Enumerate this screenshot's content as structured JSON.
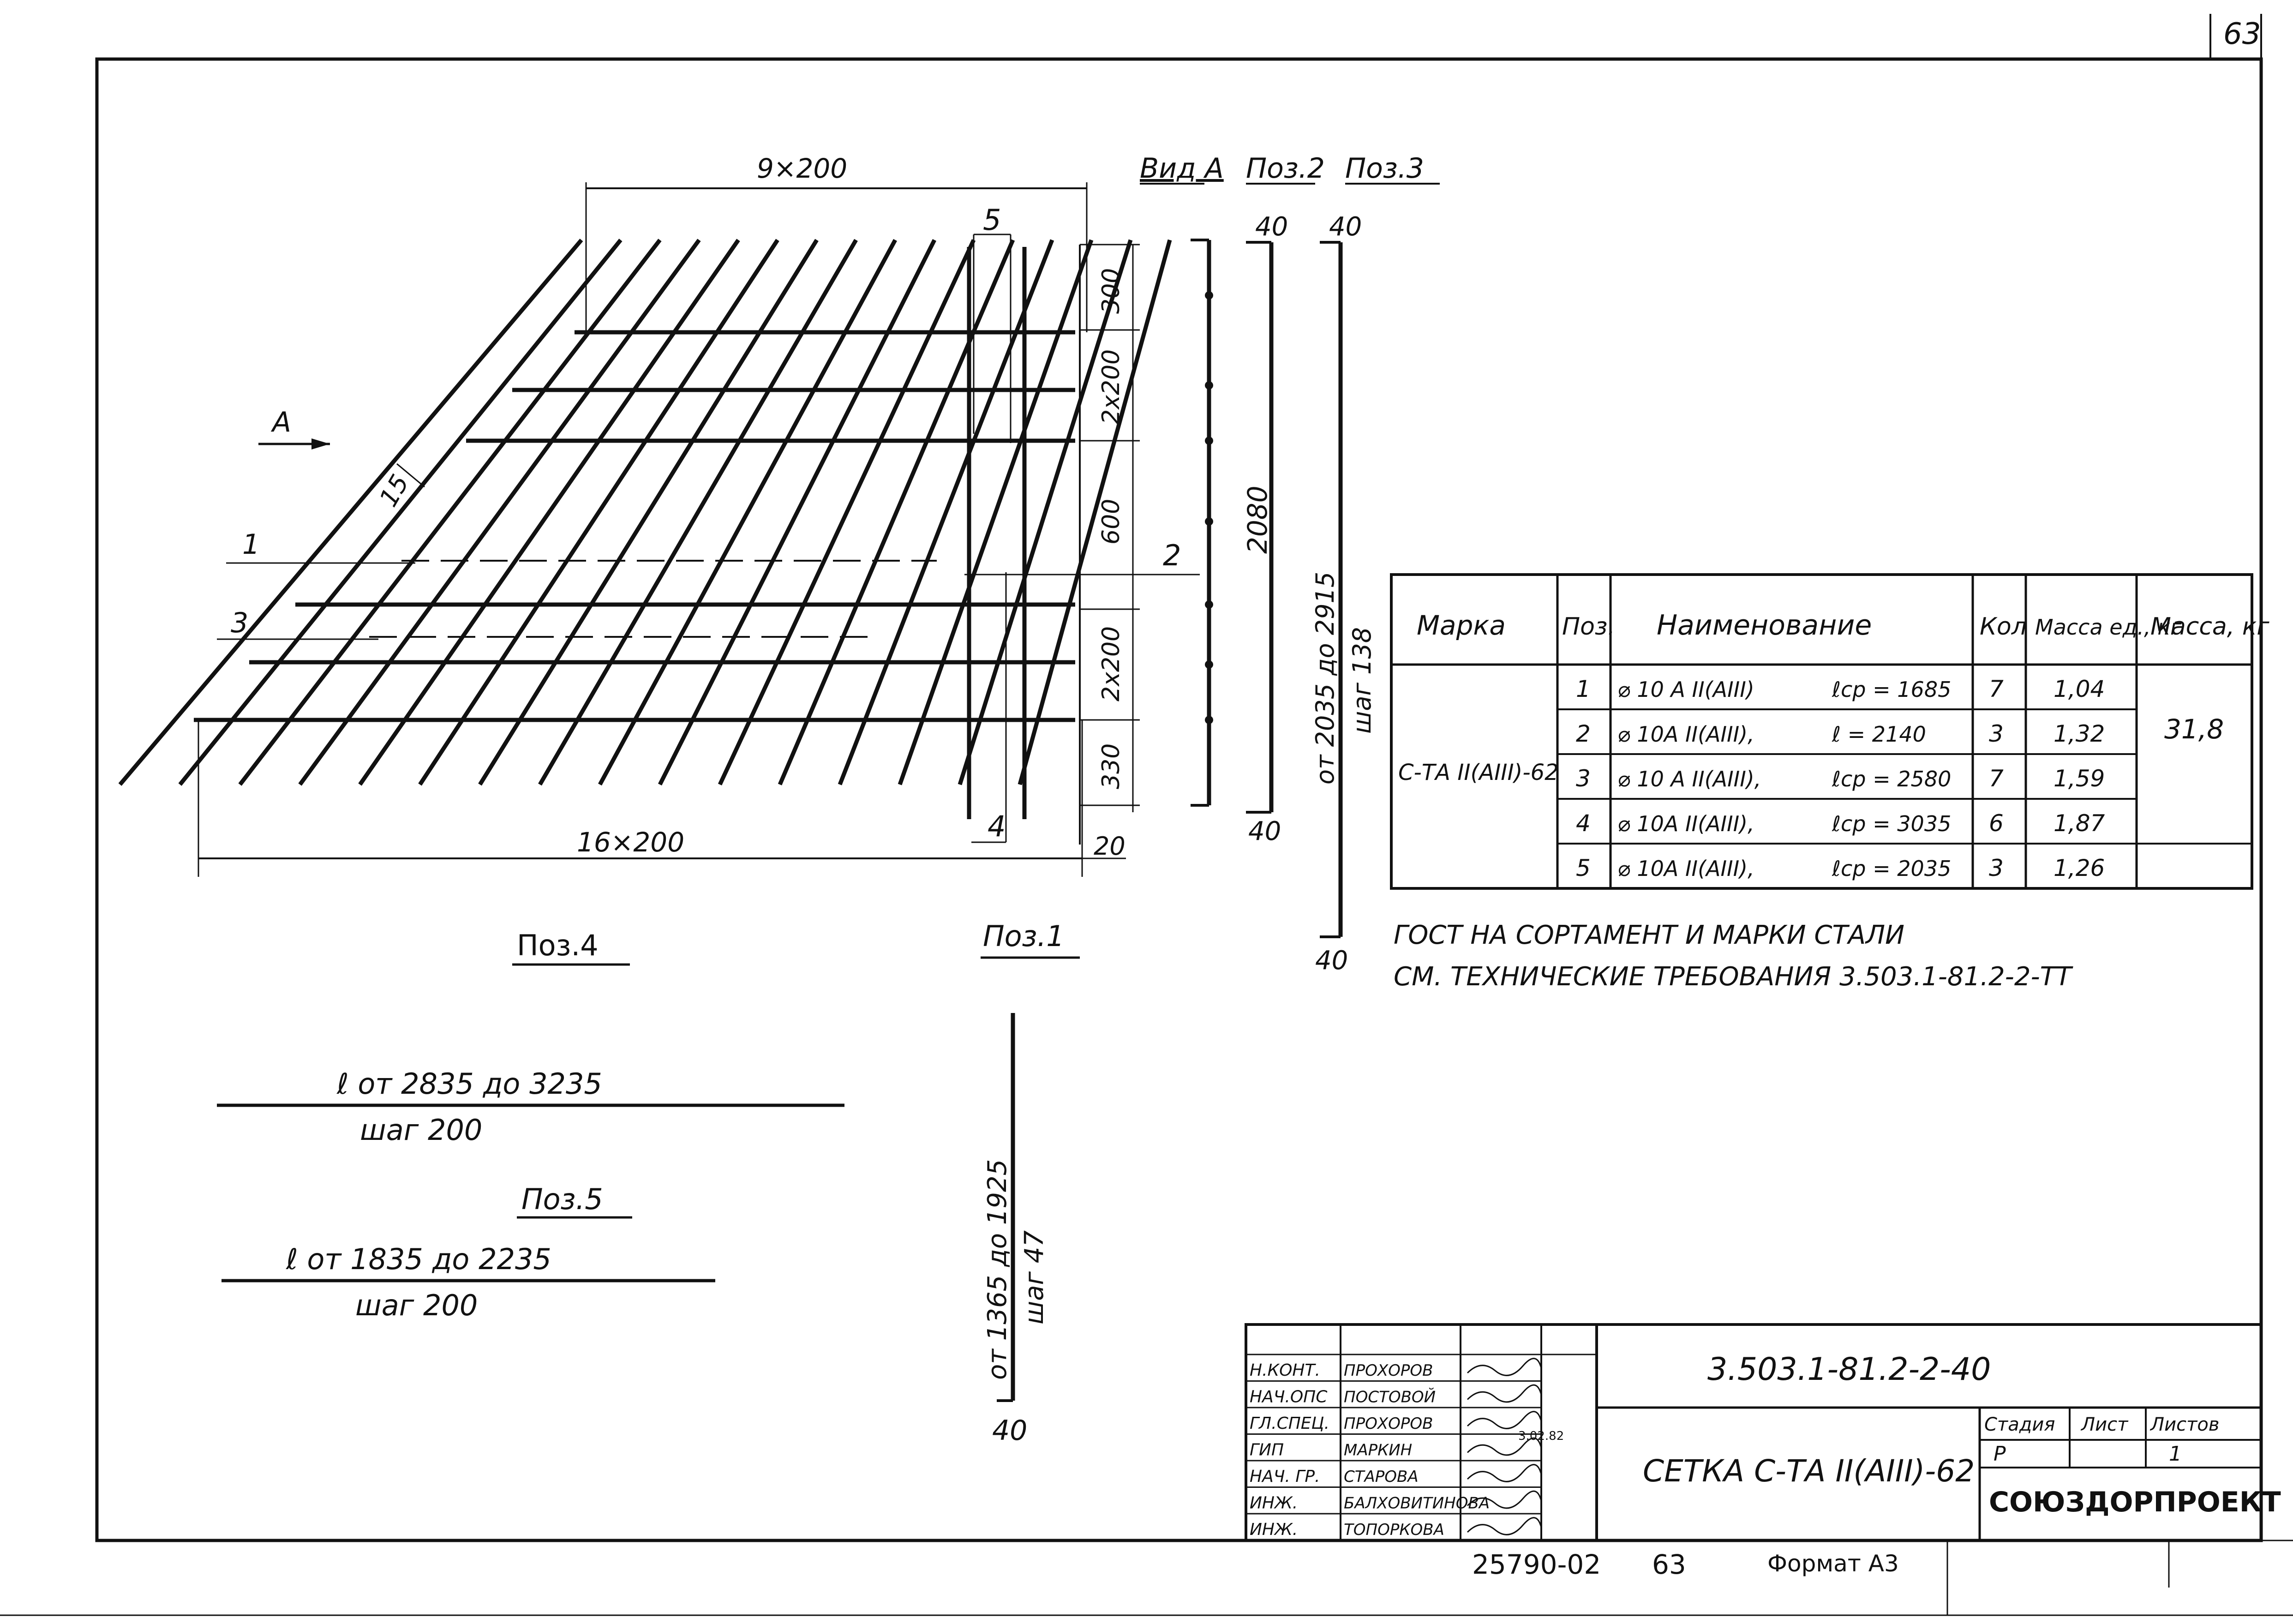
{
  "page_number": "63",
  "drawing": {
    "dim_top": "9×200",
    "dim_bottom": "16×200",
    "dim_5": "5",
    "dim_4": "4",
    "dim_2": "2",
    "dim_15": "15",
    "dim_20": "20",
    "dim_right": [
      "300",
      "2х200",
      "600",
      "2х200",
      "330"
    ],
    "dim_2080": "2080",
    "label_A": "А",
    "label_1": "1",
    "label_3": "3"
  },
  "views": {
    "vid_a": "Вид А",
    "poz2": "Поз.2",
    "poz3": "Поз.3",
    "poz2_top": "40",
    "poz2_bottom": "40",
    "poz3_top": "40",
    "poz3_bottom": "40",
    "poz3_range": "от 2035 до 2915",
    "poz3_step": "шаг 138",
    "poz4_title": "Поз.4",
    "poz4_length": "ℓ от 2835 до 3235",
    "poz4_step": "шаг 200",
    "poz5_title": "Поз.5",
    "poz5_length": "ℓ от 1835 до 2235",
    "poz5_step": "шаг 200",
    "poz1_title": "Поз.1",
    "poz1_range": "от 1365 до 1925",
    "poz1_step": "шаг 47",
    "poz1_bottom": "40"
  },
  "spec_table": {
    "headers": [
      "Марка",
      "Поз.",
      "Наименование",
      "Кол",
      "Масса ед., кг",
      "Масса, кг"
    ],
    "marka": "С-ТА II(AIII)-62",
    "total_mass": "31,8",
    "rows": [
      {
        "poz": "1",
        "name": "⌀ 10 А II(АIII)",
        "length": "ℓср = 1685",
        "qty": "7",
        "mass": "1,04"
      },
      {
        "poz": "2",
        "name": "⌀ 10А II(АIII),",
        "length": "ℓ = 2140",
        "qty": "3",
        "mass": "1,32"
      },
      {
        "poz": "3",
        "name": "⌀ 10 А II(АIII),",
        "length": "ℓср = 2580",
        "qty": "7",
        "mass": "1,59"
      },
      {
        "poz": "4",
        "name": "⌀ 10А II(АIII),",
        "length": "ℓср = 3035",
        "qty": "6",
        "mass": "1,87"
      },
      {
        "poz": "5",
        "name": "⌀ 10А II(АIII),",
        "length": "ℓср = 2035",
        "qty": "3",
        "mass": "1,26"
      }
    ]
  },
  "notes": [
    "ГОСТ НА СОРТАМЕНТ И МАРКИ СТАЛИ",
    "СМ. ТЕХНИЧЕСКИЕ ТРЕБОВАНИЯ 3.503.1-81.2-2-ТТ"
  ],
  "title_block": {
    "signers": [
      {
        "role": "Н.КОНТ.",
        "name": "ПРОХОРОВ"
      },
      {
        "role": "НАЧ.ОПС",
        "name": "ПОСТОВОЙ"
      },
      {
        "role": "ГЛ.СПЕЦ.",
        "name": "ПРОХОРОВ"
      },
      {
        "role": "ГИП",
        "name": "МАРКИН"
      },
      {
        "role": "НАЧ. ГР.",
        "name": "СТАРОВА"
      },
      {
        "role": "ИНЖ.",
        "name": "БАЛХОВИТИНОВА"
      },
      {
        "role": "ИНЖ.",
        "name": "ТОПОРКОВА"
      }
    ],
    "date": "3.02.82",
    "code": "3.503.1-81.2-2-40",
    "title": "СЕТКА С-ТА II(АIII)-62",
    "stage_header": "Стадия",
    "sheet_header": "Лист",
    "sheets_header": "Листов",
    "stage": "Р",
    "sheets": "1",
    "org": "СОЮЗДОРПРОЕКТ"
  },
  "footer": {
    "archive_no": "25790-02",
    "page": "63",
    "format": "Формат А3"
  }
}
